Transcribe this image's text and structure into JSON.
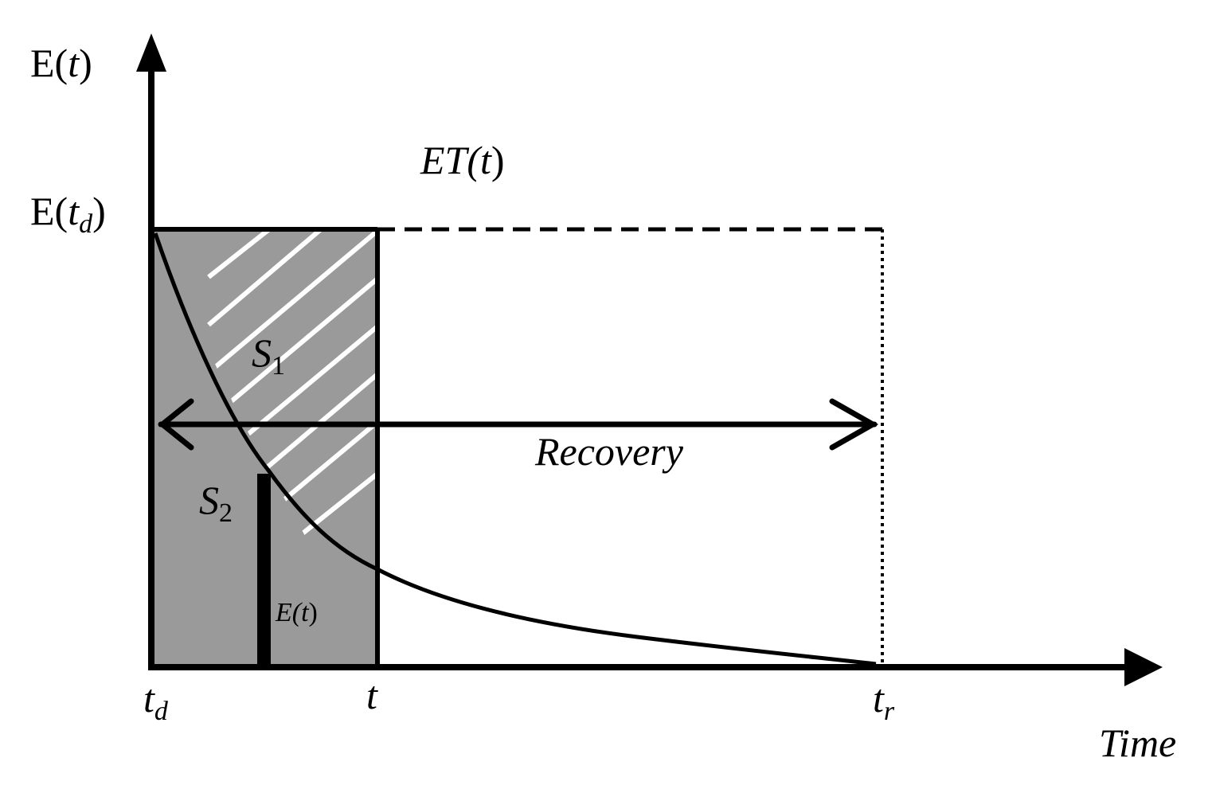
{
  "colors": {
    "shade": "#9a9a9a",
    "hatch": "#ffffff",
    "ink": "#000000",
    "background": "#ffffff"
  },
  "labels": {
    "y_axis": {
      "base": "E(",
      "var": "t",
      "close": ")"
    },
    "e_td": {
      "base": "E(",
      "var": "t",
      "sub": "d",
      "close": ")"
    },
    "et": {
      "base": "ET(",
      "var": "t",
      "close": ")"
    },
    "s1": {
      "base": "S",
      "sub": "1"
    },
    "s2": {
      "base": "S",
      "sub": "2"
    },
    "recovery": "Recovery",
    "e_bar": {
      "base": "E(",
      "var": "t",
      "close": ")"
    },
    "tick_td": {
      "base": "t",
      "sub": "d"
    },
    "tick_t": "t",
    "tick_tr": {
      "base": "t",
      "sub": "r"
    },
    "x_axis": "Time"
  }
}
